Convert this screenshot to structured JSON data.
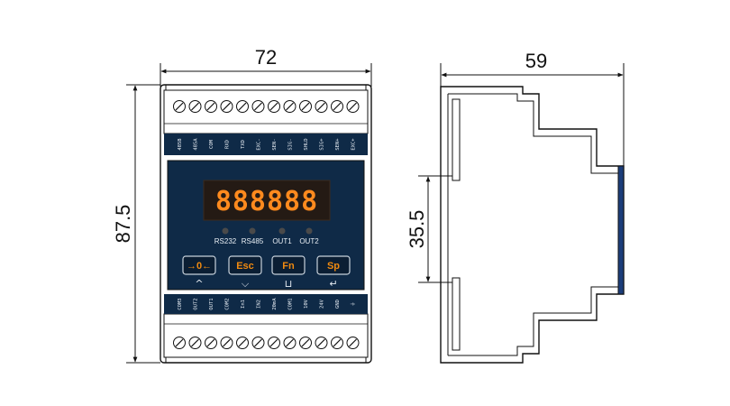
{
  "dimensions": {
    "front_width": "72",
    "front_height": "87.5",
    "side_depth": "59",
    "rail_height": "35.5"
  },
  "display": {
    "digits": "888888"
  },
  "indicators": [
    {
      "label": "RS232"
    },
    {
      "label": "RS485"
    },
    {
      "label": "OUT1"
    },
    {
      "label": "OUT2"
    }
  ],
  "keys": [
    {
      "label": "→0←",
      "symbol": "^"
    },
    {
      "label": "Esc",
      "symbol": "⌵"
    },
    {
      "label": "Fn",
      "symbol": "⊔"
    },
    {
      "label": "Sp",
      "symbol": "↵"
    }
  ],
  "top_terminals": [
    "485B",
    "485A",
    "COM",
    "RXD",
    "TXD",
    "EXC-",
    "SEN-",
    "SIG-",
    "SHLD",
    "SIG+",
    "SEN+",
    "EXC+"
  ],
  "bottom_terminals": [
    "COM3",
    "OUT2",
    "OUT1",
    "COM2",
    "In1",
    "IN2",
    "20mA",
    "COM1",
    "10V",
    "24V",
    "GND",
    "⏚"
  ],
  "colors": {
    "panel": "#0f2a47",
    "display_bg": "#241a14",
    "segment": "#ff8a1e",
    "key_text": "#f08a10",
    "line": "#111111"
  }
}
